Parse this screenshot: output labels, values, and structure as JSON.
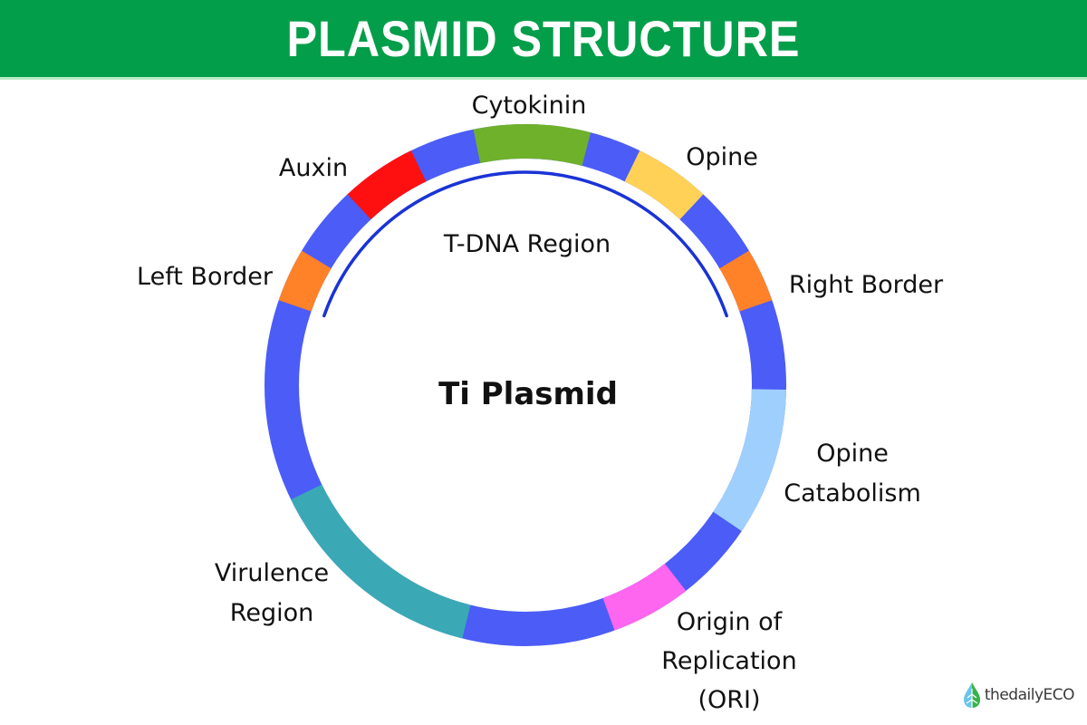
{
  "header": {
    "title": "PLASMID STRUCTURE"
  },
  "diagram": {
    "center_label": "Ti Plasmid",
    "tdna_label": "T-DNA Region",
    "backbone_color": "#4b5cf7",
    "tdna_arc_color": "#1a33d6",
    "segments": [
      {
        "name": "Left Border",
        "color": "#ff8128",
        "start_deg": -71,
        "end_deg": -59
      },
      {
        "name": "Auxin",
        "color": "#ff1010",
        "start_deg": -43,
        "end_deg": -26
      },
      {
        "name": "Cytokinin",
        "color": "#6fb12b",
        "start_deg": -11.5,
        "end_deg": 14.5
      },
      {
        "name": "Opine",
        "color": "#ffd257",
        "start_deg": 26,
        "end_deg": 43
      },
      {
        "name": "Right Border",
        "color": "#ff8128",
        "start_deg": 59,
        "end_deg": 71
      },
      {
        "name": "Opine Catabolism",
        "color": "#9fcffc",
        "start_deg": 91,
        "end_deg": 124
      },
      {
        "name": "Origin of Replication (ORI)",
        "color": "#ff66ef",
        "start_deg": 142,
        "end_deg": 160
      },
      {
        "name": "Virulence Region",
        "color": "#3aa9b5",
        "start_deg": 194,
        "end_deg": 244
      }
    ],
    "labels": {
      "cytokinin": "Cytokinin",
      "auxin": "Auxin",
      "opine": "Opine",
      "left_border": "Left Border",
      "right_border": "Right Border",
      "opine_catabolism_1": "Opine",
      "opine_catabolism_2": "Catabolism",
      "ori_1": "Origin of",
      "ori_2": "Replication",
      "ori_3": "(ORI)",
      "virulence_1": "Virulence",
      "virulence_2": "Region"
    }
  },
  "footer": {
    "logo_text": "thedailyECO",
    "logo_icon": "leaf-drop-icon"
  }
}
